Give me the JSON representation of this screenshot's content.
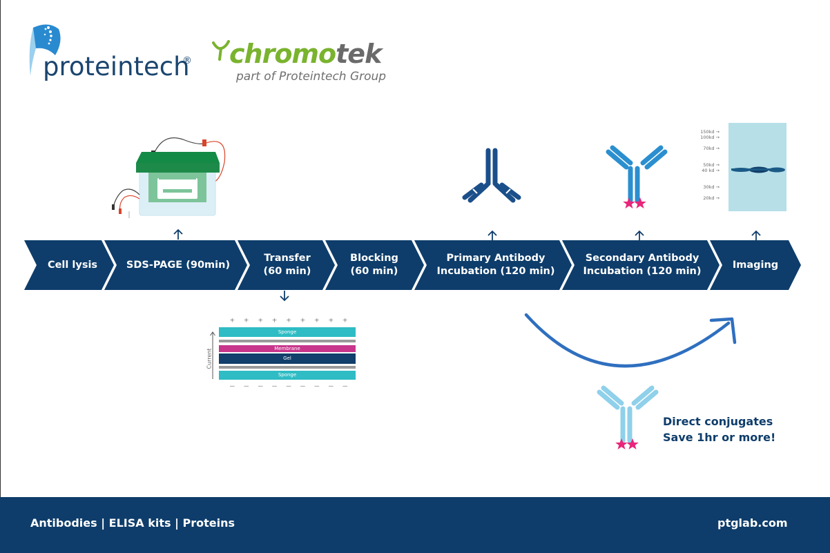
{
  "brand": {
    "proteintech_name": "proteintech",
    "registered_mark": "®",
    "chromotek_part1": "chromo",
    "chromotek_part2": "tek",
    "chromotek_tagline": "part of Proteintech Group"
  },
  "steps": [
    {
      "line1": "Cell lysis",
      "line2": ""
    },
    {
      "line1": "SDS-PAGE (90min)",
      "line2": ""
    },
    {
      "line1": "Transfer",
      "line2": "(60 min)"
    },
    {
      "line1": "Blocking",
      "line2": "(60 min)"
    },
    {
      "line1": "Primary Antibody",
      "line2": "Incubation (120 min)"
    },
    {
      "line1": "Secondary Antibody",
      "line2": "Incubation (120 min)"
    },
    {
      "line1": "Imaging",
      "line2": ""
    }
  ],
  "transfer_stack": {
    "plus_signs": [
      "+",
      "+",
      "+",
      "+",
      "+",
      "+",
      "+",
      "+",
      "+"
    ],
    "minus_signs": [
      "–",
      "–",
      "–",
      "–",
      "–",
      "–",
      "–",
      "–",
      "–"
    ],
    "layers": {
      "sponge_top": "Sponge",
      "membrane": "Membrane",
      "gel": "Gel",
      "sponge_bottom": "Sponge"
    },
    "current_label": "Current"
  },
  "blot_markers": [
    "150kd",
    "100kd",
    "70kd",
    "50kd",
    "40 kd",
    "30kd",
    "20kd"
  ],
  "direct_conjugates": {
    "line1": "Direct conjugates",
    "line2": "Save 1hr or more!"
  },
  "footer": {
    "left": "Antibodies | ELISA kits | Proteins",
    "right": "ptglab.com"
  },
  "colors": {
    "navy": "#0e3d6b",
    "chevron": "#0e3d6b",
    "green": "#1e8a4a",
    "light_green": "#7dc49a",
    "teal": "#2fbcc4",
    "magenta": "#c8368c",
    "antibody_secondary": "#2b8fcf",
    "antibody_conjugate": "#8fd0ea",
    "star": "#e8267a",
    "curve": "#2f6fbf",
    "blot_bg": "#b6dfe8",
    "chromotek_green": "#7ab32e"
  }
}
